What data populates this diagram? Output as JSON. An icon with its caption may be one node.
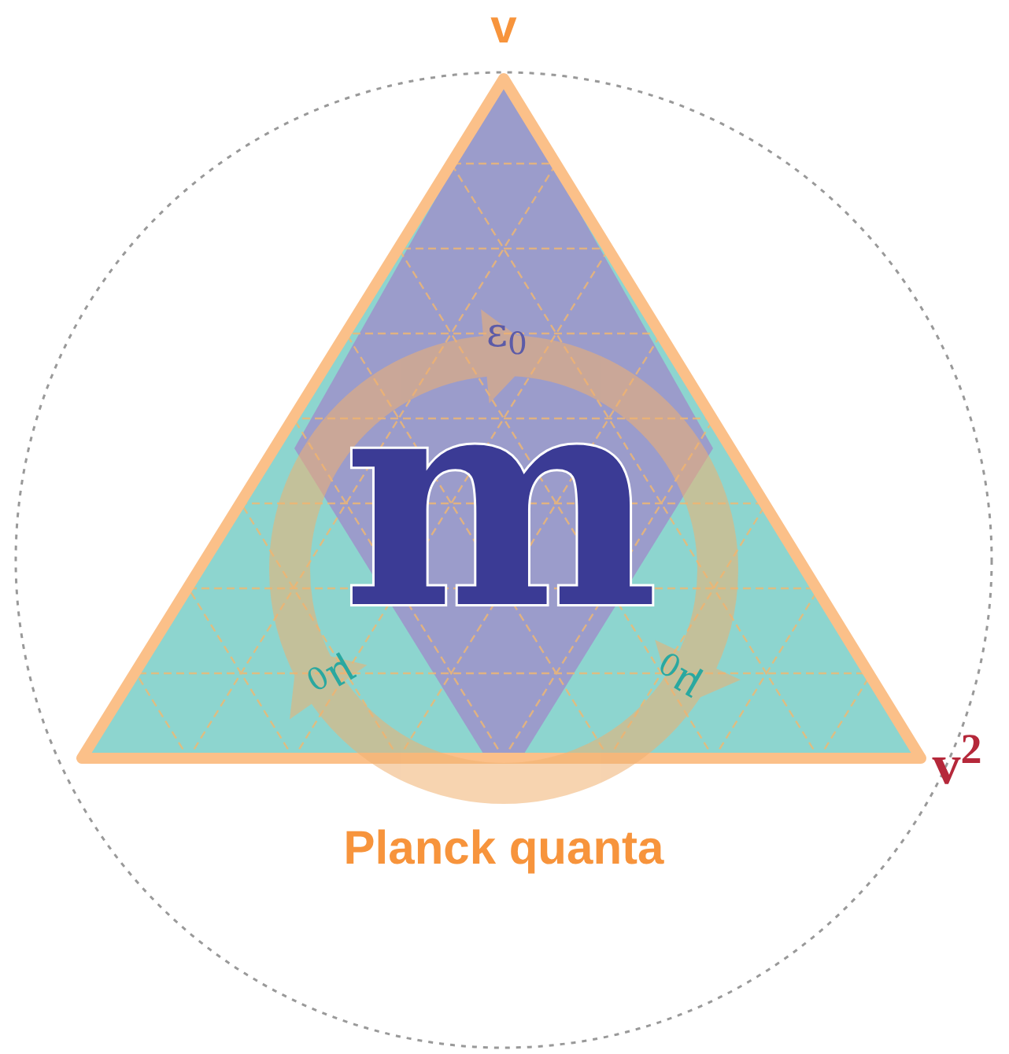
{
  "diagram": {
    "labels": [
      "v",
      "ε$_{0}$",
      "m",
      "μ$_{0}$",
      "μ$_{0}$",
      "v$^{2}$",
      "Planck quanta"
    ]
  }
}
